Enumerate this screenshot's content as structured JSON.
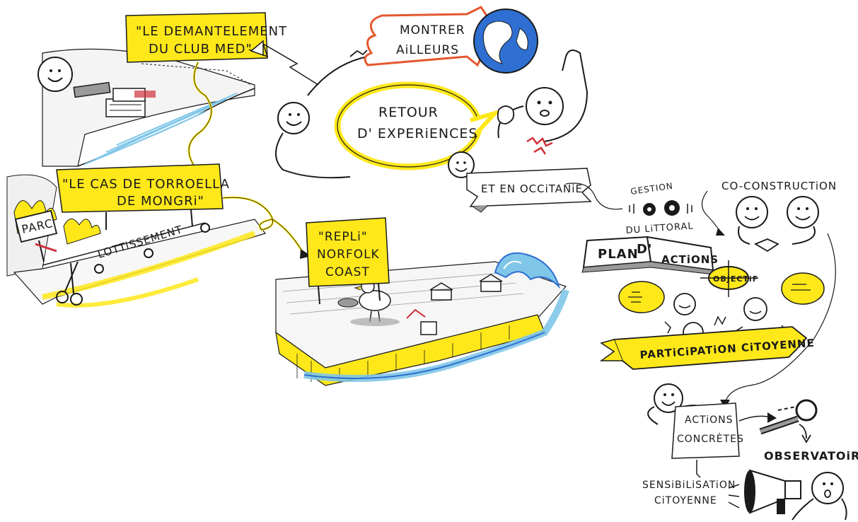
{
  "palette": {
    "highlight": "#ffe81a",
    "ink": "#1a1a1a",
    "arrow_red": "#e4572e",
    "globe_blue": "#2f6fd1",
    "water_blue": "#7fc6e8",
    "grey": "#9a9a9a",
    "red_mark": "#d0303a"
  },
  "center": {
    "retour_line1": "RETOUR",
    "retour_line2": "D' EXPERiENCES",
    "montrer_line1": "MONTRER",
    "montrer_line2": "AiLLEURS",
    "occitanie": "ET EN OCCiTANiE"
  },
  "cases": {
    "club_med_line1": "\"LE DEMANTELEMENT",
    "club_med_line2": "DU CLUB MED\"",
    "torroella_line1": "\"LE CAS DE TORROELLA",
    "torroella_line2": "DE MONGRi\"",
    "parc_sign": "PARC",
    "lotissement": "LOTTiSSEMENT",
    "norfolk_line1": "\"REPLi\"",
    "norfolk_line2": "NORFOLK",
    "norfolk_line3": "COAST"
  },
  "governance": {
    "gestion_line1": "GESTION",
    "gestion_line2": "DU LiTTORAL",
    "co_construction": "CO-CONSTRUCTiON",
    "plan_word1": "PLAN",
    "plan_word2": "D'",
    "plan_word3": "ACTiONS",
    "objectif": "OBJECTiF",
    "participation": "PARTiCiPATiON CiTOYENNE",
    "actions_line1": "ACTiONS",
    "actions_line2": "CONCRÈTES",
    "observatoires": "OBSERVATOiRES",
    "sensibilisation_line1": "SENSiBiLiSATiON",
    "sensibilisation_line2": "CiTOYENNE"
  },
  "icons": [
    "globe-icon",
    "gears-icon",
    "handshake-icon",
    "magnifier-icon",
    "megaphone-icon",
    "scissors-icon",
    "seagull-icon",
    "wave-icon",
    "book-icon",
    "target-icon"
  ]
}
